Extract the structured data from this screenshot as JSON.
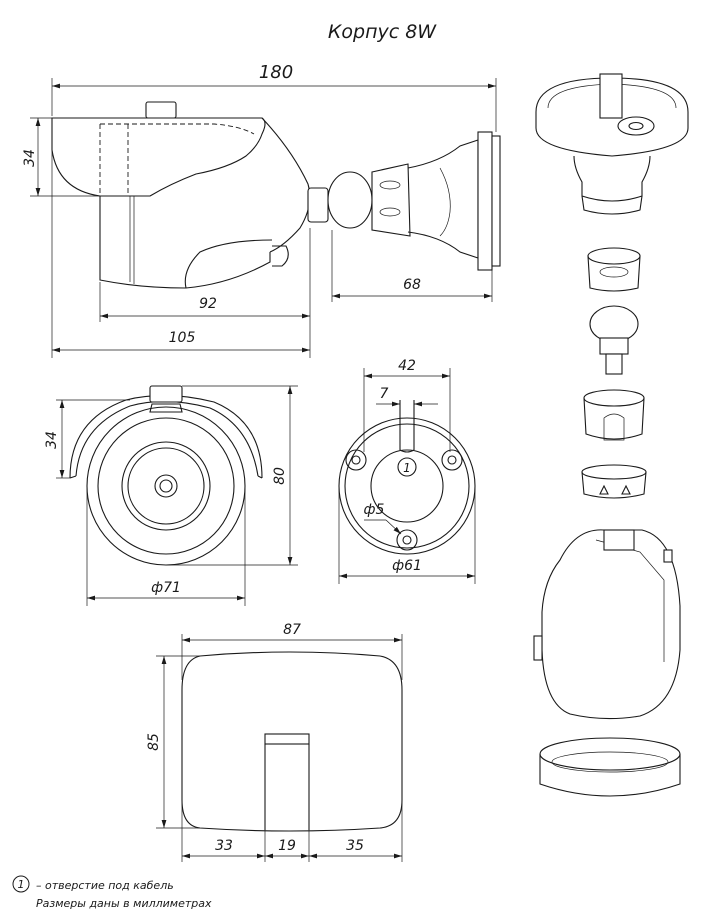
{
  "title": "Корпус 8W",
  "dims": {
    "side_length": "180",
    "side_height": "34",
    "side_body": "92",
    "side_housing": "105",
    "side_bracket": "68",
    "front_height": "80",
    "front_top": "34",
    "front_diameter": "ф71",
    "base_spacing": "42",
    "base_offset": "7",
    "base_hole": "ф5",
    "base_diameter": "ф61",
    "top_width": "87",
    "top_height": "85",
    "top_left": "33",
    "top_middle": "19",
    "top_right": "35"
  },
  "cable_marker": "1",
  "legend": {
    "marker": "1",
    "line1": "– отверстие под кабель",
    "line2": "Размеры даны в миллиметрах"
  }
}
